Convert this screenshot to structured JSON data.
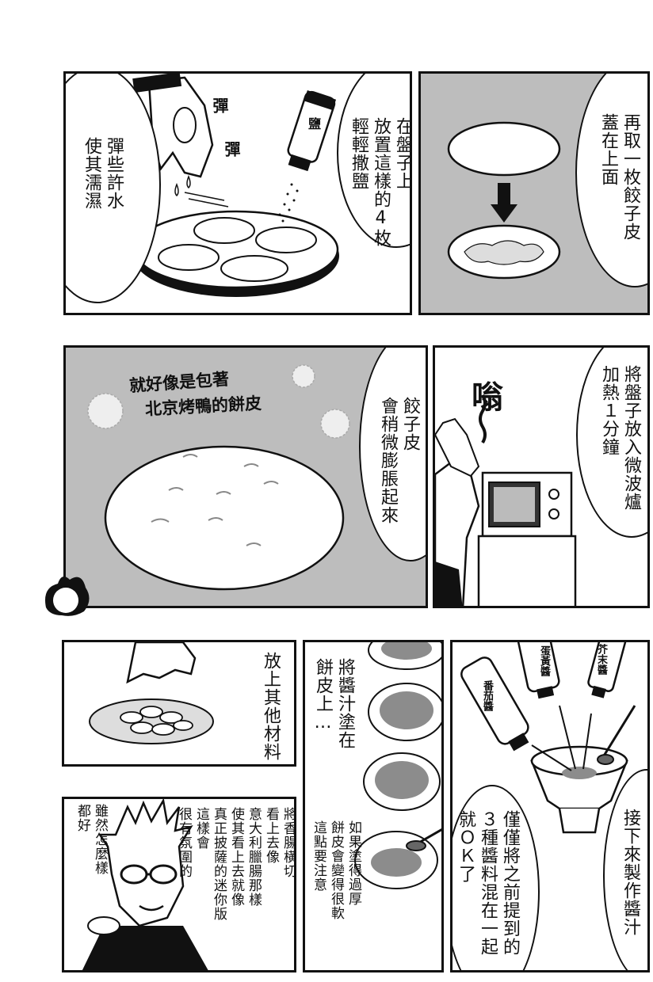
{
  "panels": {
    "p1": {
      "left_caption": "彈些許水\n使其濡濕",
      "right_caption": "在盤子上\n放置這樣的4枚\n輕輕撒鹽",
      "sfx_1": "彈",
      "sfx_2": "彈",
      "salt_label": "鹽"
    },
    "p2": {
      "caption": "再取一枚餃子皮\n蓋在上面"
    },
    "p3": {
      "handwritten_line1": "就好像是包著",
      "handwritten_line2": "北京烤鴨的餅皮",
      "caption": "餃子皮\n會稍微膨脹起來"
    },
    "p4": {
      "caption": "將盤子放入微波爐\n加熱１分鐘",
      "sfx_buzz": "嗡",
      "sfx_wave": "～～"
    },
    "p5": {
      "caption": "放上其他材料"
    },
    "p6": {
      "caption": "將香腸橫切\n看上去像\n意大利臘腸那樣\n使其看上去就像\n真正披薩的迷你版\n這樣會\n很有氛圍的",
      "aside": "雖然怎麼樣\n都好"
    },
    "p7": {
      "caption": "將醬汁塗在\n餅皮上…",
      "note": "如果塗得過厚\n餅皮會變得很軟\n這點要注意"
    },
    "p8": {
      "caption_right": "接下來製作醬汁",
      "caption_left": "僅僅將之前提到的\n３種醬料混在一起\n就ＯＫ了",
      "bottle_1": "番茄醬",
      "bottle_2": "蛋黃醬",
      "bottle_3": "芥末醬"
    }
  },
  "colors": {
    "screentone": "#bdbdbd",
    "ink": "#111111",
    "paper": "#ffffff",
    "sauce": "#8c8c8c"
  }
}
